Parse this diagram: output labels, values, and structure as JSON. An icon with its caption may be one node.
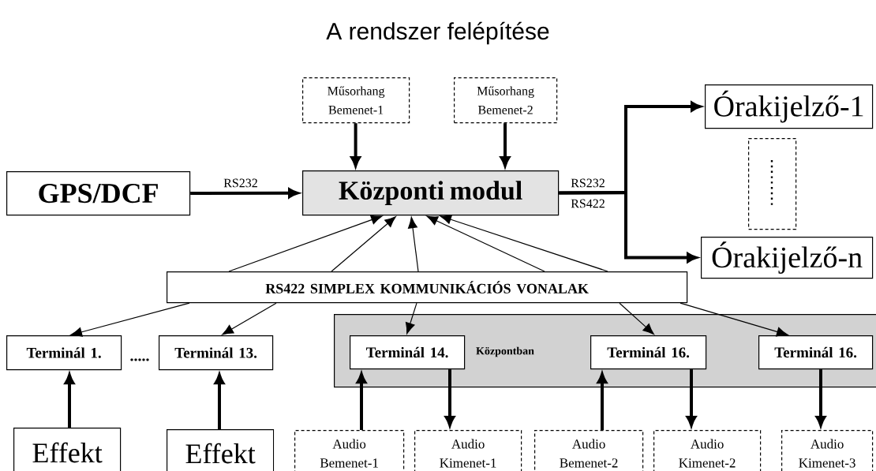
{
  "diagram": {
    "title": "A rendszer felépítése",
    "nodes": [
      {
        "text": [
          "GPS/DCF"
        ]
      },
      {
        "text": [
          "Központi modul"
        ]
      },
      {
        "text": [
          "Műsorhang Bemenet-1"
        ]
      },
      {
        "text": [
          "Műsorhang Bemenet-2"
        ]
      },
      {
        "text": [
          "Órakijelző-1"
        ]
      },
      {
        "text": [],
        "shape": "box"
      },
      {
        "text": [
          "Órakijelző-n"
        ]
      },
      {
        "text": [
          "RS422 SIMPLEX KOMMUNIKÁCIÓS VONALAK"
        ]
      },
      {
        "text": [
          "Terminál 1."
        ]
      },
      {
        "text": [
          "Terminál 13."
        ]
      },
      {
        "text": [
          "Központban"
        ]
      },
      {
        "text": [
          "Terminál 14."
        ],
        "in": 10
      },
      {
        "text": [
          "Terminál 16."
        ],
        "in": 10
      },
      {
        "text": [
          "Terminál 16."
        ],
        "in": 10
      },
      {
        "text": [
          "Effekt"
        ]
      },
      {
        "text": [
          "Effekt"
        ]
      },
      {
        "text": [
          "Audio Bemenet-1"
        ]
      },
      {
        "text": [
          "Audio Kimenet-1"
        ]
      },
      {
        "text": [
          "Audio Bemenet-2"
        ]
      },
      {
        "text": [
          "Audio Kimenet-2"
        ]
      },
      {
        "text": [
          "Audio Kimenet-3"
        ]
      }
    ],
    "edges": [
      {
        "from": 0,
        "to": 1,
        "arrow": "to",
        "label": "RS232"
      },
      {
        "from": 2,
        "to": 1,
        "arrow": "to"
      },
      {
        "from": 3,
        "to": 1,
        "arrow": "to"
      },
      {
        "from": 1,
        "to": 4,
        "arrow": "to",
        "label": "RS232"
      },
      {
        "from": 1,
        "to": 6,
        "arrow": "to",
        "label": "RS422"
      },
      {
        "from": 7,
        "to": 1,
        "arrow": "to"
      },
      {
        "from": 7,
        "to": 1,
        "arrow": "to"
      },
      {
        "from": 7,
        "to": 1,
        "arrow": "to"
      },
      {
        "from": 7,
        "to": 1,
        "arrow": "to"
      },
      {
        "from": 7,
        "to": 1,
        "arrow": "to"
      },
      {
        "from": 7,
        "to": 8,
        "arrow": "to"
      },
      {
        "from": 7,
        "to": 9,
        "arrow": "to"
      },
      {
        "from": 7,
        "to": 11,
        "arrow": "to"
      },
      {
        "from": 7,
        "to": 12,
        "arrow": "to"
      },
      {
        "from": 7,
        "to": 13,
        "arrow": "to"
      },
      {
        "from": 14,
        "to": 8,
        "arrow": "to"
      },
      {
        "from": 15,
        "to": 9,
        "arrow": "to"
      },
      {
        "from": 16,
        "to": 11,
        "arrow": "to"
      },
      {
        "from": 11,
        "to": 17,
        "arrow": "to"
      },
      {
        "from": 18,
        "to": 12,
        "arrow": "to"
      },
      {
        "from": 12,
        "to": 19,
        "arrow": "to"
      },
      {
        "from": 13,
        "to": 20,
        "arrow": "to"
      }
    ],
    "labels": [
      "....."
    ]
  }
}
